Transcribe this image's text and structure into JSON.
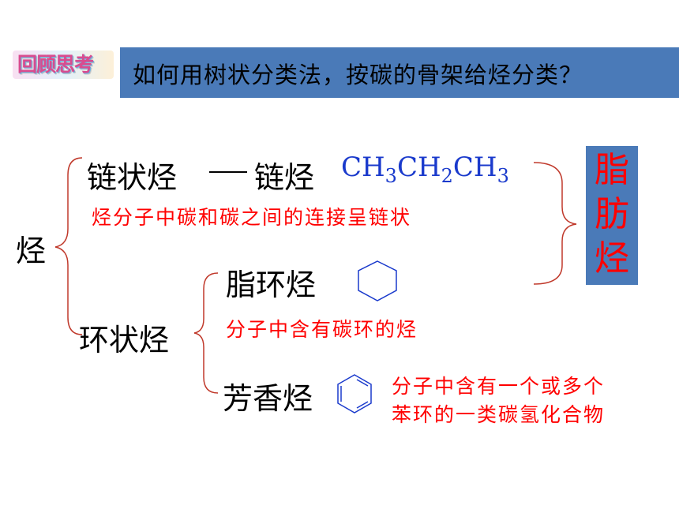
{
  "header": {
    "review_label": "回顾思考",
    "question": "如何用树状分类法，按碳的骨架给烃分类？"
  },
  "tree": {
    "root": "烃",
    "chain": {
      "label": "链状烃",
      "type_label": "链烃",
      "formula": {
        "parts": [
          "CH",
          "3",
          "CH",
          "2",
          "CH",
          "3"
        ]
      },
      "description": "烃分子中碳和碳之间的连接呈链状"
    },
    "ring": {
      "label": "环状烃",
      "alicyclic": {
        "label": "脂环烃",
        "description": "分子中含有碳环的烃",
        "icon": "cyclohexane-icon"
      },
      "aromatic": {
        "label": "芳香烃",
        "description_lines": [
          "分子中含有一个或多个",
          "苯环的一类碳氢化合物"
        ],
        "icon": "benzene-icon"
      }
    },
    "aliphatic": {
      "label": "脂肪烃",
      "chars": [
        "脂",
        "肪",
        "烃"
      ]
    }
  },
  "colors": {
    "banner": "#4a7ab8",
    "annotation": "#ff0000",
    "formula": "#1a3acc",
    "structure": "#1a3acc",
    "bracket": "#c0392b"
  }
}
